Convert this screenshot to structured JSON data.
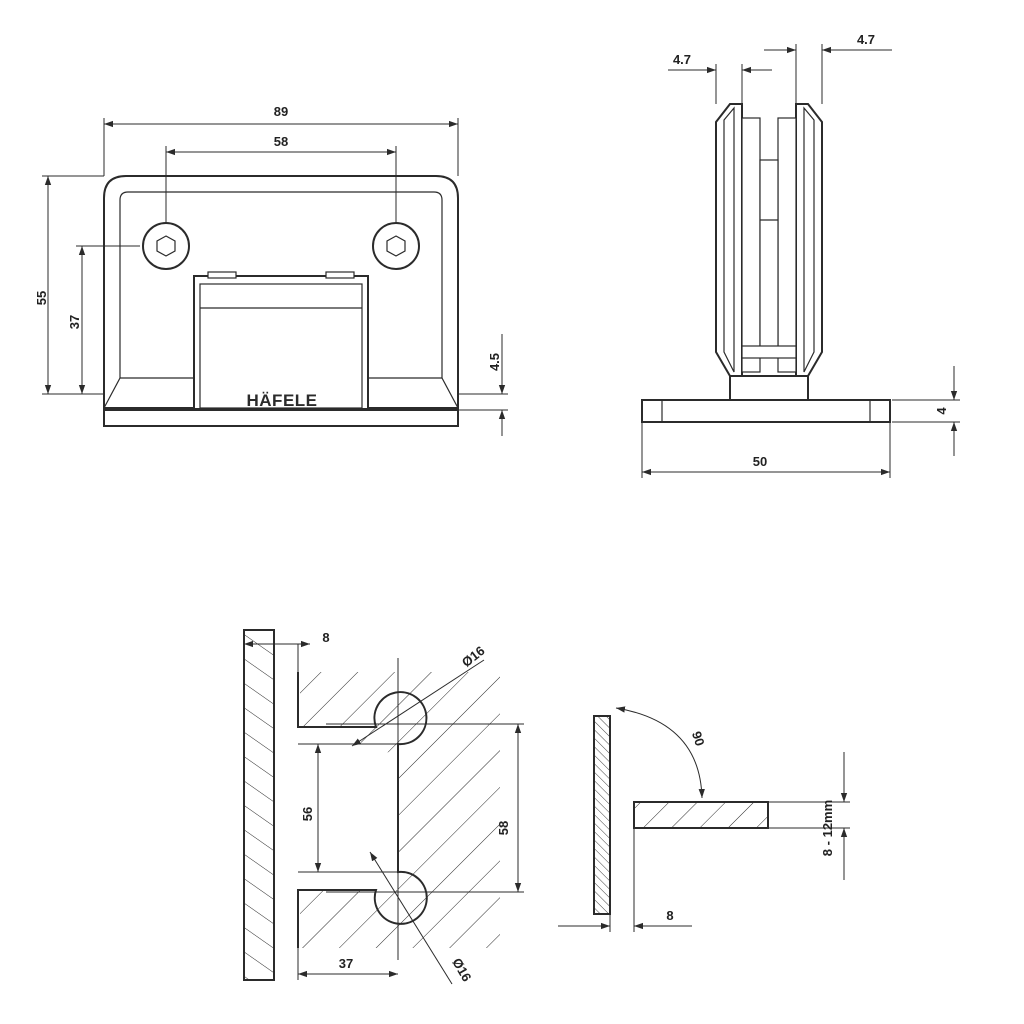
{
  "brand": {
    "logo_text": "HÄFELE"
  },
  "front_view": {
    "overall_width": "89",
    "hole_spacing": "58",
    "overall_height": "55",
    "hole_height": "37",
    "plate_thickness": "4.5"
  },
  "side_view": {
    "gap_left": "4.7",
    "gap_right": "4.7",
    "base_thickness": "4",
    "base_width": "50"
  },
  "cutout_view": {
    "wall_offset": "8",
    "hole_diameter_top": "Ø16",
    "hole_diameter_bottom": "Ø16",
    "inner_height": "56",
    "hole_spacing": "58",
    "cutout_depth": "37"
  },
  "angle_view": {
    "angle": "90",
    "glass_thickness": "8 - 12mm",
    "wall_gap": "8"
  }
}
